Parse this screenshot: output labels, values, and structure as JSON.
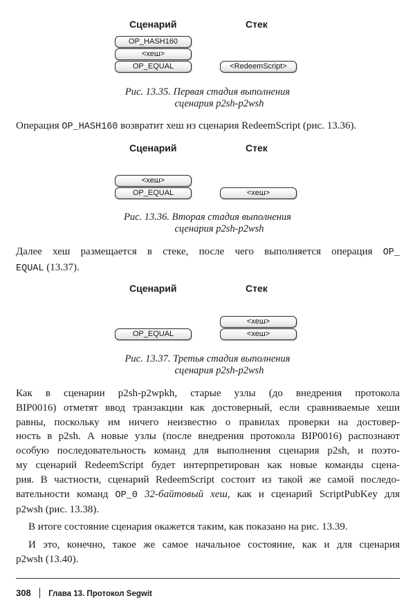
{
  "fig1": {
    "script_header": "Сценарий",
    "stack_header": "Стек",
    "script_items": [
      "OP_HASH160",
      "<хеш>",
      "OP_EQUAL"
    ],
    "stack_items": [
      "<RedeemScript>"
    ],
    "caption_line1": "Рис. 13.35. Первая стадия выполнения",
    "caption_line2": "сценария p2sh-p2wsh"
  },
  "para1": {
    "before": "Операция ",
    "code": "OP_HASH160",
    "after": " возвратит хеш из сценария RedeemScript (рис. 13.36)."
  },
  "fig2": {
    "script_header": "Сценарий",
    "stack_header": "Стек",
    "script_items": [
      "<хеш>",
      "OP_EQUAL"
    ],
    "stack_items": [
      "<хеш>"
    ],
    "caption_line1": "Рис. 13.36. Вторая стадия выполнения",
    "caption_line2": "сценария p2sh-p2wsh"
  },
  "para2": {
    "line1_text": "Далее хеш размещается в стеке, после чего выполняется операция ",
    "line1_code": "OP_",
    "line2_code": "EQUAL",
    "line2_text": " (13.37)."
  },
  "fig3": {
    "script_header": "Сценарий",
    "stack_header": "Стек",
    "script_items": [
      "OP_EQUAL"
    ],
    "stack_items": [
      "<хеш>",
      "<хеш>"
    ],
    "caption_line1": "Рис. 13.37. Третья стадия выполнения",
    "caption_line2": "сценария p2sh-p2wsh"
  },
  "para3": {
    "lines": [
      "Как в сценарии p2sh-p2wpkh, старые узлы (до внедрения протокола",
      "BIP0016) отметят ввод транзакции как достоверный, если сравниваемые хеши",
      "равны, поскольку им ничего неизвестно о правилах проверки на достовер-",
      "ность в p2sh. А новые узлы (после внедрения протокола BIP0016) распознают",
      "особую последовательность команд для выполнения сценария p2sh, и поэто-",
      "му сценарий RedeemScript будет интерпретирован как новые команды сцена-",
      "рия. В частности, сценарий RedeemScript состоит из такой же самой последо-"
    ],
    "line8_before": "вательности команд ",
    "line8_code": "OP_0",
    "line8_italic": " 32-байтовый хеш",
    "line8_after": ", как и сценарий ScriptPubKey для",
    "line9": "p2wsh (рис. 13.38)."
  },
  "para4": "В итоге состояние сценария окажется таким, как показано на рис. 13.39.",
  "para5": {
    "line1": "И это, конечно, такое же самое начальное состояние, как и для сценария",
    "line2": "p2wsh (13.40)."
  },
  "footer": {
    "page_number": "308",
    "chapter": "Глава 13. Протокол Segwit"
  }
}
